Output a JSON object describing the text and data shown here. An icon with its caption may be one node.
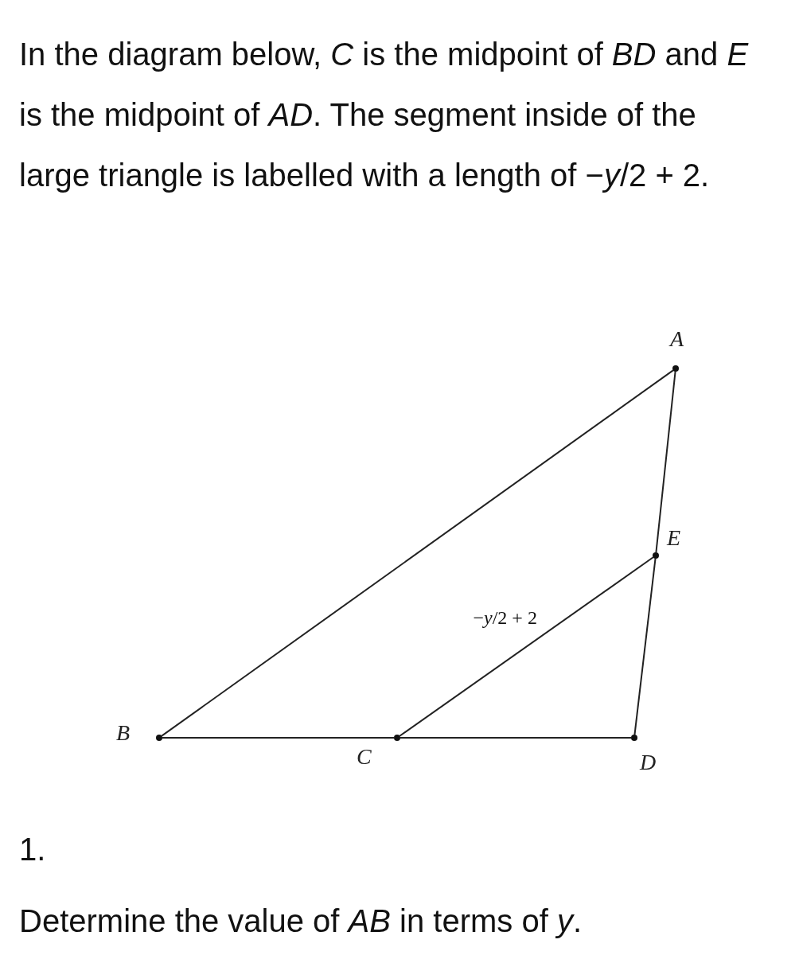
{
  "diagram": {
    "title": "In the diagram below, *C* is the midpoint of *BD* and *E* is the midpoint of *AD*. The segment inside of the large triangle is labelled with a length of −*y*/2 + 2.",
    "nodes": [
      {
        "text": [],
        "shape": "circle",
        "beside": [
          "A"
        ]
      },
      {
        "text": [],
        "shape": "circle",
        "beside": [
          "E"
        ]
      },
      {
        "text": [],
        "shape": "circle",
        "beside": [
          "B"
        ]
      },
      {
        "text": [],
        "shape": "circle",
        "beside": [
          "C"
        ]
      },
      {
        "text": [],
        "shape": "circle",
        "beside": [
          "D"
        ]
      }
    ],
    "edges": [
      {
        "from": 0,
        "to": 2,
        "arrow": "none"
      },
      {
        "from": 0,
        "to": 1,
        "arrow": "none"
      },
      {
        "from": 1,
        "to": 4,
        "arrow": "none"
      },
      {
        "from": 2,
        "to": 3,
        "arrow": "none"
      },
      {
        "from": 3,
        "to": 4,
        "arrow": "none"
      },
      {
        "from": 3,
        "to": 1,
        "arrow": "none",
        "label": "−*y*/2 + 2"
      }
    ],
    "labels": [
      "1.",
      "Determine the value of *AB* in terms of *y*."
    ]
  }
}
